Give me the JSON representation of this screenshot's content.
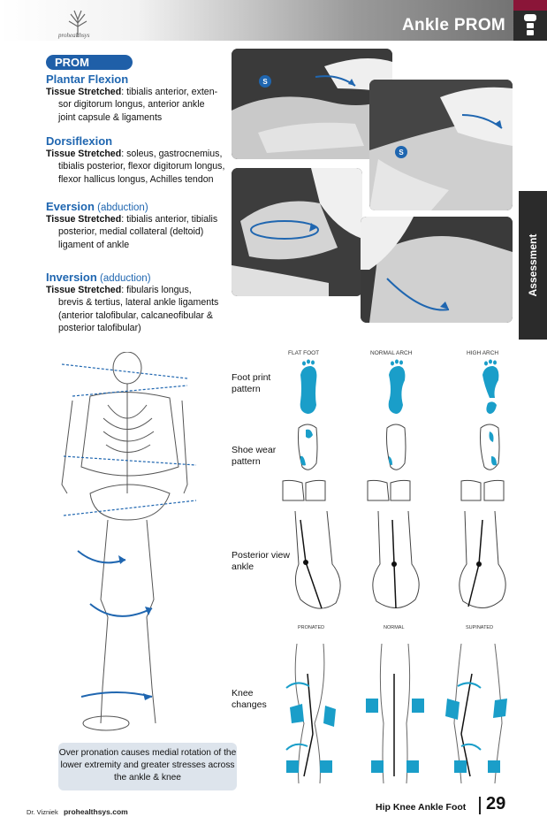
{
  "header": {
    "logo_text": "prohealthsys",
    "title": "Ankle PROM"
  },
  "prom_label": "PROM",
  "sections": [
    {
      "title": "Plantar Flexion",
      "paren": "",
      "label": "Tissue Stretched",
      "lines": [
        ": tibialis anterior, exten-",
        "sor digitorum longus, anterior ankle",
        "joint capsule & ligaments"
      ]
    },
    {
      "title": "Dorsiflexion",
      "paren": "",
      "label": "Tissue Stretched",
      "lines": [
        ": soleus, gastrocnemius,",
        "tibialis posterior, flexor digitorum longus,",
        "flexor hallicus longus, Achilles tendon"
      ]
    },
    {
      "title": "Eversion",
      "paren": " (abduction)",
      "label": "Tissue Stretched",
      "lines": [
        ": tibialis anterior, tibialis",
        "posterior, medial collateral (deltoid)",
        "ligament of ankle"
      ]
    },
    {
      "title": "Inversion",
      "paren": " (adduction)",
      "label": "Tissue Stretched",
      "lines": [
        ": fibularis longus,",
        "brevis & tertius, lateral ankle ligaments",
        "(anterior talofibular, calcaneofibular &",
        "posterior talofibular)"
      ]
    }
  ],
  "photo_markers": [
    "S",
    "S"
  ],
  "side_tab": "Assessment",
  "arch_columns": [
    "FLAT FOOT",
    "NORMAL ARCH",
    "HIGH ARCH"
  ],
  "knee_columns": [
    "PRONATED",
    "NORMAL",
    "SUPINATED"
  ],
  "rows": {
    "footprint": [
      "Foot print",
      "pattern"
    ],
    "shoewear": [
      "Shoe wear",
      "pattern"
    ],
    "posterior": [
      "Posterior view",
      "ankle"
    ],
    "knee": [
      "Knee",
      "changes"
    ]
  },
  "caption": "Over pronation causes medial rotation of the lower extremity and greater stresses across the ankle & knee",
  "footer": {
    "author": "Dr. Vizniek",
    "site": "prohealthsys.com",
    "book": "Hip Knee Ankle Foot",
    "page": "29"
  },
  "colors": {
    "accent_blue": "#1f66b0",
    "pill_blue": "#1f5fa8",
    "foot_blue": "#1a9ec9",
    "tab_dark": "#2b2b2b",
    "tab_maroon": "#8a1538",
    "caption_bg": "#dde4ec"
  }
}
